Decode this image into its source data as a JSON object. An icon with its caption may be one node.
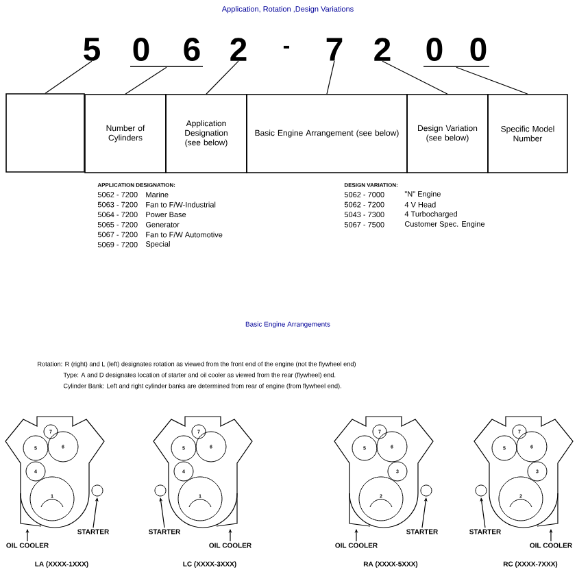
{
  "diagram": {
    "title": "Application, Rotation ,Design Variations",
    "nodes": [
      {
        "text": [
          "5"
        ]
      },
      {
        "text": [
          "0"
        ]
      },
      {
        "text": [
          "6"
        ]
      },
      {
        "text": [
          "2"
        ]
      },
      {
        "text": [
          "7"
        ]
      },
      {
        "text": [
          "2"
        ]
      },
      {
        "text": [
          "0"
        ]
      },
      {
        "text": [
          "0"
        ]
      },
      {
        "text": [],
        "shape": "box"
      },
      {
        "text": [
          "Number of Cylinders"
        ]
      },
      {
        "text": [
          "Application Designation (see below)"
        ]
      },
      {
        "text": [
          "Basic Engine Arrangement (see below)"
        ]
      },
      {
        "text": [
          "Design Variation (see below)"
        ]
      },
      {
        "text": [
          "Specific Model Number"
        ]
      },
      {
        "text": [],
        "shape": "picture"
      },
      {
        "text": [
          "OIL COOLER"
        ]
      },
      {
        "text": [
          "STARTER"
        ]
      },
      {
        "text": [],
        "shape": "picture"
      },
      {
        "text": [
          "STARTER"
        ]
      },
      {
        "text": [
          "OIL COOLER"
        ]
      },
      {
        "text": [],
        "shape": "picture"
      },
      {
        "text": [
          "OIL COOLER"
        ]
      },
      {
        "text": [
          "STARTER"
        ]
      },
      {
        "text": [],
        "shape": "picture"
      },
      {
        "text": [
          "STARTER"
        ]
      },
      {
        "text": [
          "OIL COOLER"
        ]
      },
      {
        "text": [],
        "shape": "bar"
      },
      {
        "text": [],
        "shape": "bar"
      }
    ],
    "edges": [
      {
        "from": 0,
        "to": 8,
        "arrow": "none"
      },
      {
        "from": 26,
        "to": 9,
        "arrow": "none"
      },
      {
        "from": 3,
        "to": 10,
        "arrow": "none"
      },
      {
        "from": 4,
        "to": 11,
        "arrow": "none"
      },
      {
        "from": 5,
        "to": 12,
        "arrow": "none"
      },
      {
        "from": 27,
        "to": 13,
        "arrow": "none"
      },
      {
        "from": 15,
        "to": 14,
        "arrow": "to"
      },
      {
        "from": 16,
        "to": 14,
        "arrow": "to"
      },
      {
        "from": 18,
        "to": 17,
        "arrow": "to"
      },
      {
        "from": 19,
        "to": 17,
        "arrow": "to"
      },
      {
        "from": 21,
        "to": 20,
        "arrow": "to"
      },
      {
        "from": 22,
        "to": 20,
        "arrow": "to"
      },
      {
        "from": 24,
        "to": 23,
        "arrow": "to"
      },
      {
        "from": 25,
        "to": 23,
        "arrow": "to"
      }
    ],
    "labels": [
      "-",
      "APPLICATION DESIGNATION:",
      "5062 - 7200",
      "Marine",
      "5063 - 7200",
      "Fan to F/W-Industrial",
      "5064 - 7200",
      "Power Base",
      "5065 - 7200",
      "Generator",
      "5067 - 7200",
      "Fan to F/W Automotive",
      "5069 - 7200",
      "Special",
      "DESIGN VARIATION:",
      "5062 - 7000",
      "\"N\" Engine",
      "5062 - 7200",
      "4 V Head",
      "5043 - 7300",
      "4 Turbocharged",
      "5067 - 7500",
      "Customer Spec. Engine",
      "Basic Engine Arrangements",
      "Rotation:  R (right) and L (left) designates rotation as viewed from the front end of the engine (not the flywheel end)",
      "Type:  A and D designates location of starter and oil cooler as viewed from the rear (flywheel) end.",
      "Cylinder Bank:  Left and right cylinder banks are determined from rear of engine (from flywheel end).",
      "7",
      "5",
      "6",
      "4",
      "1",
      "7",
      "5",
      "6",
      "4",
      "1",
      "7",
      "5",
      "6",
      "3",
      "2",
      "7",
      "5",
      "6",
      "3",
      "2",
      "LA (XXXX-1XXX)",
      "LC (XXXX-3XXX)",
      "RA (XXXX-5XXX)",
      "RC (XXXX-7XXX)"
    ]
  }
}
